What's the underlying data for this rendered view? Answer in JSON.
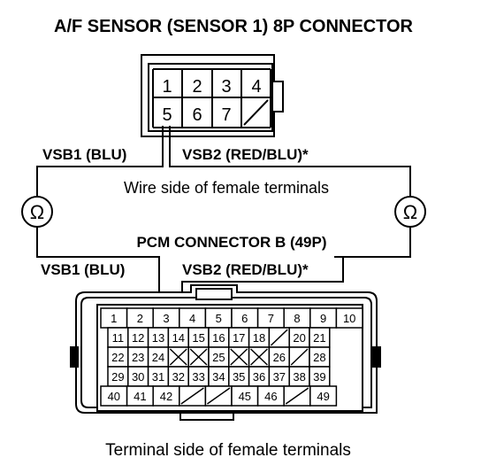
{
  "title": "A/F SENSOR (SENSOR 1) 8P CONNECTOR",
  "sensor_connector": {
    "terminals": [
      "1",
      "2",
      "3",
      "4",
      "5",
      "6",
      "7"
    ]
  },
  "labels": {
    "vsb1_top": "VSB1 (BLU)",
    "vsb2_top": "VSB2 (RED/BLU)*",
    "wire_side": "Wire side of female terminals",
    "pcm_connector": "PCM CONNECTOR B (49P)",
    "vsb1_bottom": "VSB1 (BLU)",
    "vsb2_bottom": "VSB2 (RED/BLU)*",
    "terminal_side": "Terminal side of female terminals"
  },
  "meter_symbol": "Ω",
  "pcm_rows": [
    [
      "1",
      "2",
      "3",
      "4",
      "5",
      "6",
      "7",
      "8",
      "9",
      "10"
    ],
    [
      "11",
      "12",
      "13",
      "14",
      "15",
      "16",
      "17",
      "18",
      "",
      "20",
      "21"
    ],
    [
      "22",
      "23",
      "24",
      "",
      "",
      "25",
      "",
      "",
      "26",
      "",
      "28"
    ],
    [
      "29",
      "30",
      "31",
      "32",
      "33",
      "34",
      "35",
      "36",
      "37",
      "38",
      "39"
    ],
    [
      "40",
      "41",
      "42",
      "",
      "",
      "45",
      "46",
      "",
      "49"
    ]
  ]
}
